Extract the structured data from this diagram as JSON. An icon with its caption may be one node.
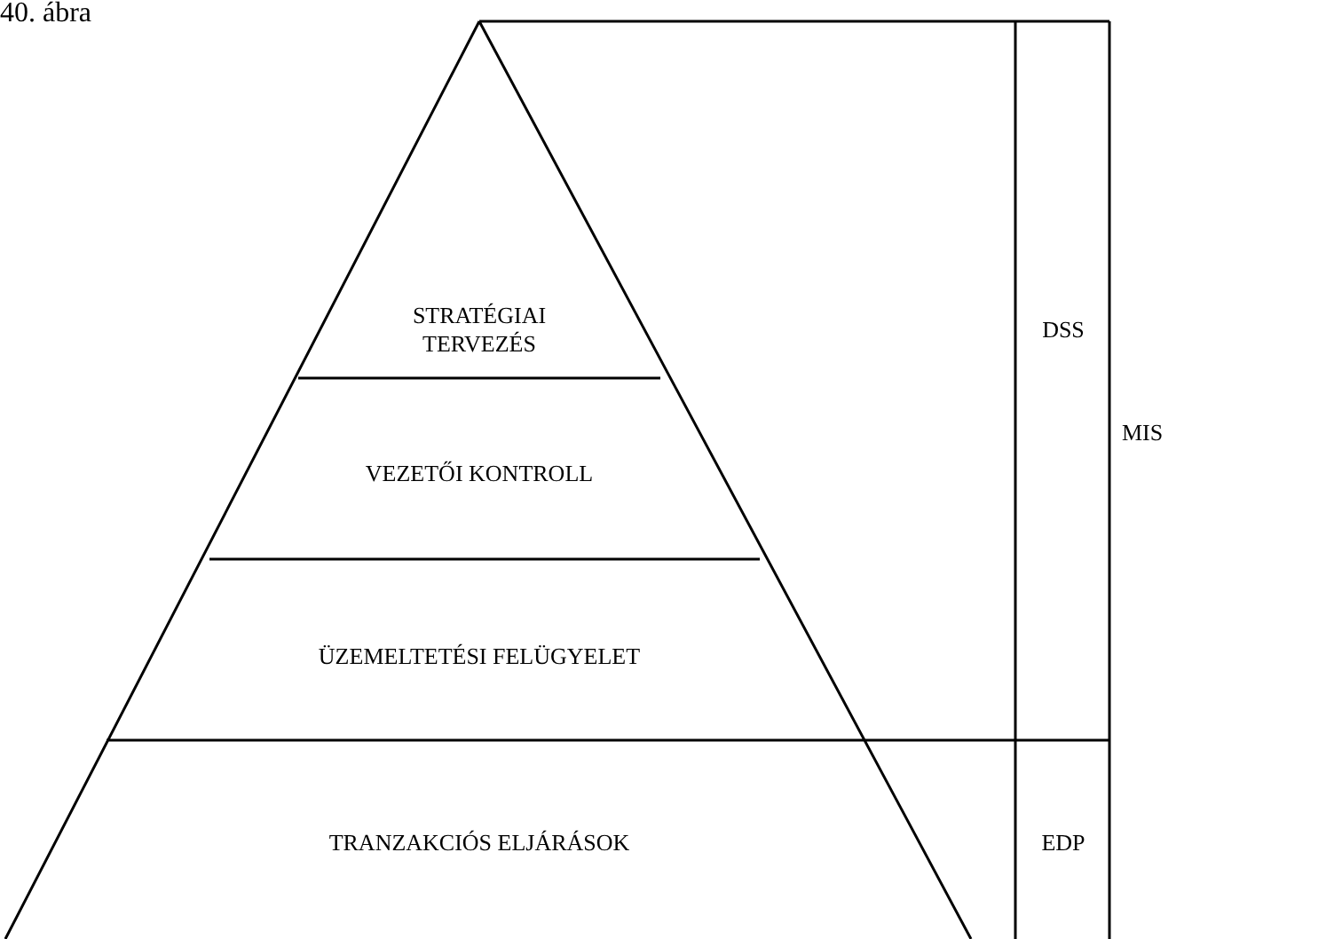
{
  "diagram": {
    "title": "40. ábra",
    "nodes": [
      {
        "text": [
          "STRATÉGIAI TERVEZÉS"
        ]
      },
      {
        "text": [
          "VEZETŐI KONTROLL"
        ]
      },
      {
        "text": [
          "ÜZEMELTETÉSI FELÜGYELET"
        ]
      },
      {
        "text": [
          "TRANZAKCIÓS ELJÁRÁSOK"
        ]
      },
      {
        "text": [
          "DSS"
        ]
      },
      {
        "text": [
          "EDP"
        ]
      },
      {
        "text": [
          "MIS"
        ]
      }
    ]
  }
}
